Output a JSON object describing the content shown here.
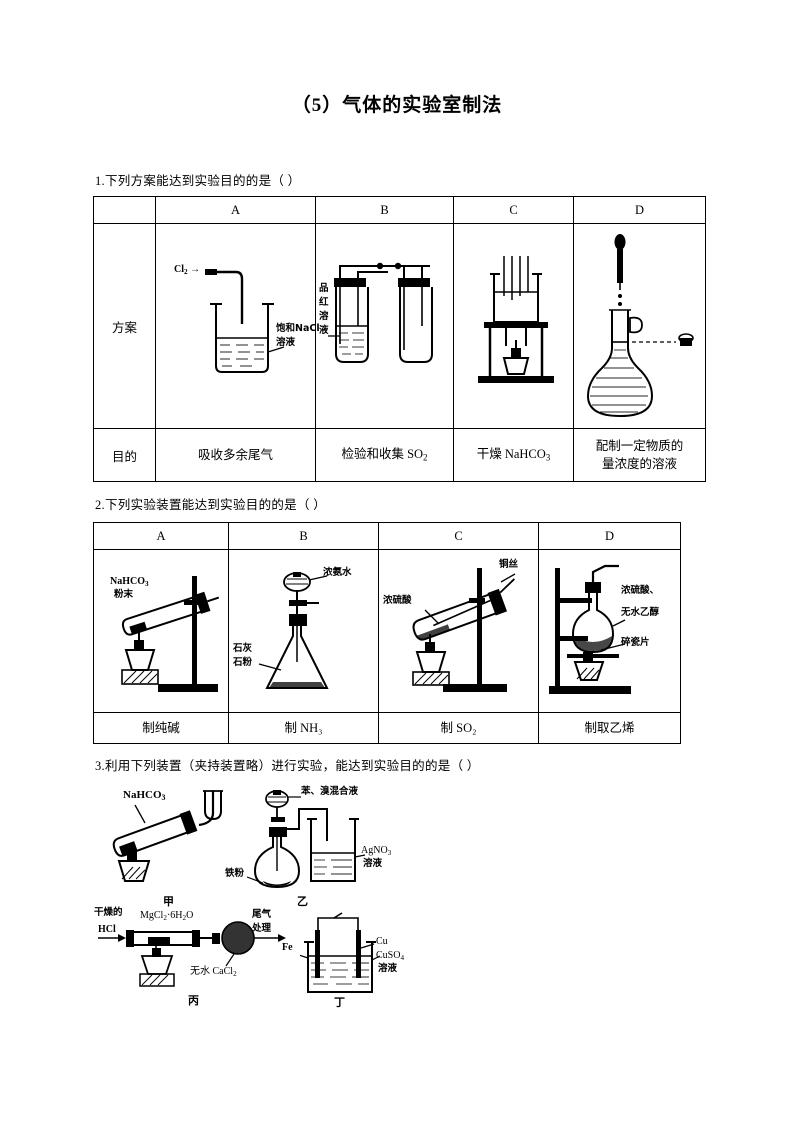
{
  "document": {
    "title": "（5）气体的实验室制法"
  },
  "questions": [
    {
      "number": "1",
      "prompt": "1.下列方案能达到实验目的的是（ ）",
      "table": {
        "corner_label": "",
        "columns": [
          "A",
          "B",
          "C",
          "D"
        ],
        "row_labels": [
          "方案",
          "目的"
        ],
        "purposes": [
          "吸收多余尾气",
          "检验和收集 SO₂",
          "干燥 NaHCO₃",
          "配制一定物质的量浓度的溶液"
        ],
        "purposes_lines": [
          [
            "吸收多余尾气"
          ],
          [
            "检验和收集 SO"
          ],
          [
            "干燥 NaHCO"
          ],
          [
            "配制一定物质的",
            "量浓度的溶液"
          ]
        ],
        "diagram_labels": {
          "a": [
            "Cl",
            "饱和NaCl",
            "溶液"
          ],
          "b": [
            "品",
            "红",
            "溶",
            "液"
          ],
          "c": [],
          "d": []
        }
      }
    },
    {
      "number": "2",
      "prompt": "2.下列实验装置能达到实验目的的是（ ）",
      "table": {
        "columns": [
          "A",
          "B",
          "C",
          "D"
        ],
        "purposes": [
          "制纯碱",
          "制 NH₃",
          "制 SO₂",
          "制取乙烯"
        ],
        "diagram_labels": {
          "a": [
            "NaHCO",
            "粉末"
          ],
          "b": [
            "浓氨水",
            "石灰",
            "石粉"
          ],
          "c": [
            "铜丝",
            "浓硫酸"
          ],
          "d": [
            "浓硫酸、",
            "无水乙醇",
            "碎瓷片"
          ]
        }
      }
    },
    {
      "number": "3",
      "prompt": "3.利用下列装置（夹持装置略）进行实验，能达到实验目的的是（ ）",
      "devices": [
        {
          "name": "甲",
          "labels": [
            "NaHCO"
          ]
        },
        {
          "name": "乙",
          "labels": [
            "苯、溴混合液",
            "铁粉",
            "AgNO",
            "溶液"
          ]
        },
        {
          "name": "丙",
          "labels": [
            "干燥的",
            "HCl",
            "MgCl",
            "·6H",
            "O",
            "尾气",
            "处理",
            "无水 CaCl"
          ]
        },
        {
          "name": "丁",
          "labels": [
            "Fe",
            "Cu",
            "CuSO",
            "溶液"
          ]
        }
      ]
    }
  ]
}
